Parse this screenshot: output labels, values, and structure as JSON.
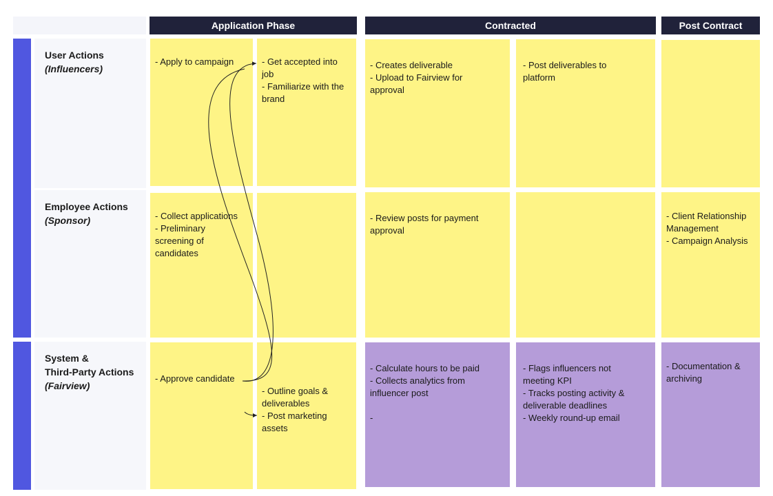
{
  "headers": {
    "application_phase": "Application Phase",
    "contracted": "Contracted",
    "post_contract": "Post Contract"
  },
  "rows": {
    "user": {
      "label": "User Actions",
      "sub": "(Influencers)"
    },
    "employee": {
      "label": "Employee Actions",
      "sub": "(Sponsor)"
    },
    "system": {
      "label_1": "System &",
      "label_2": "Third-Party Actions",
      "sub": "(Fairview)"
    }
  },
  "cells": {
    "user_apply": "- Apply to campaign",
    "user_accepted": "- Get accepted into\n  job\n- Familiarize with the\nbrand",
    "user_create": "- Creates deliverable\n- Upload to Fairview for\napproval",
    "user_post": "- Post deliverables to\nplatform",
    "user_postcontract": "",
    "emp_collect": "- Collect applications\n- Preliminary\nscreening of\ncandidates",
    "emp_col2": "",
    "emp_review": "- Review posts for payment\napproval",
    "emp_col4": "",
    "emp_client": "- Client Relationship\nManagement\n- Campaign Analysis",
    "sys_approve": "- Approve candidate",
    "sys_outline": "- Outline goals &\ndeliverables\n- Post marketing\nassets",
    "sys_calc": "- Calculate hours to be paid\n- Collects analytics from\ninfluencer post\n\n-",
    "sys_flags": "- Flags influencers not\nmeeting KPI\n- Tracks posting activity &\ndeliverable deadlines\n- Weekly round-up email",
    "sys_docs": "- Documentation &\narchiving"
  },
  "colors": {
    "header_bg": "#20223a",
    "accent_bar": "#5057e0",
    "sticky_yellow": "#fef486",
    "sticky_purple": "#b59cd9",
    "row_label_bg": "#f6f7fb"
  }
}
